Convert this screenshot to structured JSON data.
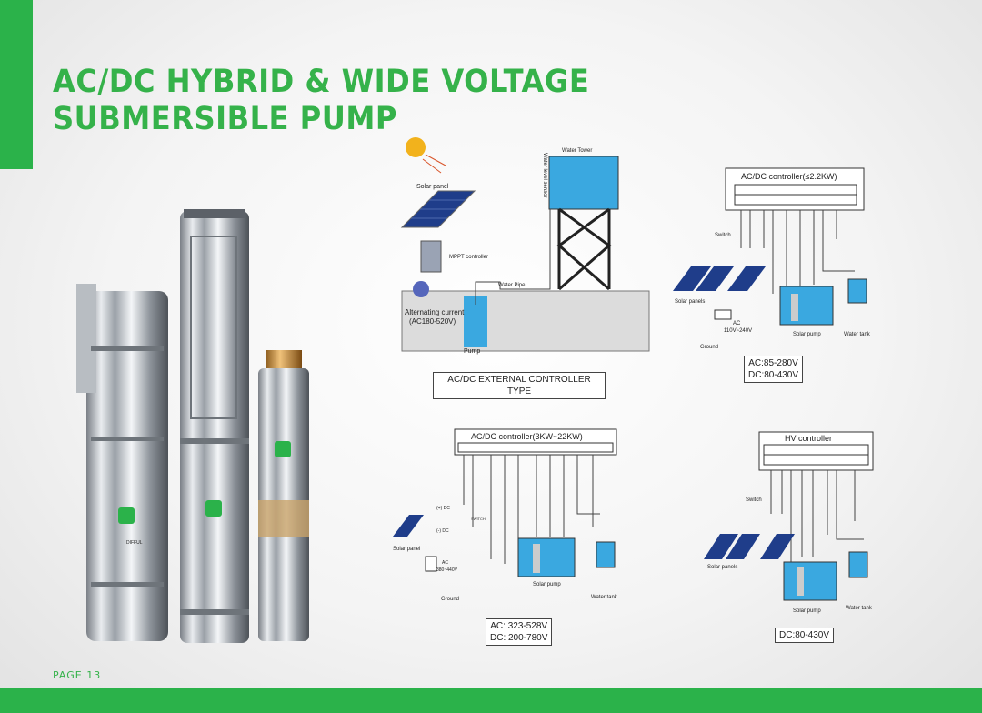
{
  "title": {
    "line1": "AC/DC HYBRID & WIDE VOLTAGE",
    "line2": "SUBMERSIBLE PUMP"
  },
  "page_label": "PAGE  13",
  "colors": {
    "brand_green": "#2bb24a",
    "water": "#3aa8e0"
  },
  "pumps": {
    "logo_text": "DIFFUL"
  },
  "external": {
    "solar_panel": "Solar panel",
    "water_tower": "Water Tower",
    "sensor": "Water  level sensor",
    "mppt": "MPPT controller",
    "water_pipe": "Water Pipe",
    "ac_line1": "Alternating current",
    "ac_line2": "(AC180-520V)",
    "pump": "Pump",
    "caption": "AC/DC EXTERNAL CONTROLLER TYPE"
  },
  "small": {
    "title": "AC/DC controller(≤2.2KW)",
    "switch": "Switch",
    "solar_panels": "Solar panels",
    "ac": "AC",
    "ac_v": "110V~240V",
    "ground": "Ground",
    "solar_pump": "Solar pump",
    "water_tank": "Water tank",
    "range1": "AC:85-280V",
    "range2": "DC:80-430V"
  },
  "large": {
    "title": "AC/DC controller(3KW~22KW)",
    "dc_plus": "(+) DC",
    "dc_minus": "(-) DC",
    "switch": "SWITCH",
    "solar_panel": "Solar panel",
    "ac": "AC",
    "ac_v": "380~440V",
    "ground": "Ground",
    "solar_pump": "Solar pump",
    "water_tank": "Water tank",
    "range1": "AC: 323-528V",
    "range2": "DC: 200-780V"
  },
  "hv": {
    "title": "HV controller",
    "switch": "Switch",
    "solar_panels": "Solar panels",
    "solar_pump": "Solar pump",
    "water_tank": "Water tank",
    "range": "DC:80-430V"
  }
}
